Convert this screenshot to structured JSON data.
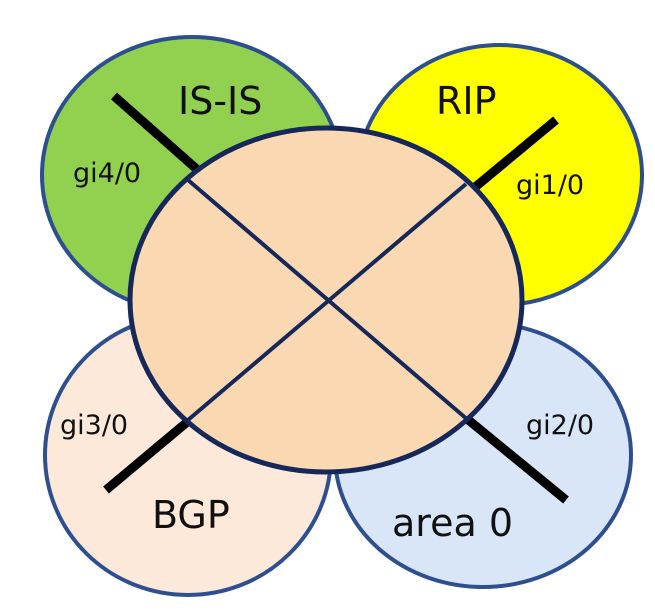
{
  "diagram": {
    "colors": {
      "outline": "#2e4f8f",
      "isis_fill": "#92d050",
      "rip_fill": "#ffff00",
      "bgp_fill": "#fde9d9",
      "area0_fill": "#d9e6f8",
      "router_fill": "#fad9b2",
      "router_outline": "#16275a",
      "inner_line": "#16275a",
      "link_line": "#000000"
    },
    "zones": {
      "isis": {
        "protocol": "IS-IS",
        "interface": "gi4/0"
      },
      "rip": {
        "protocol": "RIP",
        "interface": "gi1/0"
      },
      "bgp": {
        "protocol": "BGP",
        "interface": "gi3/0"
      },
      "area0": {
        "protocol": "area 0",
        "interface": "gi2/0"
      }
    }
  }
}
